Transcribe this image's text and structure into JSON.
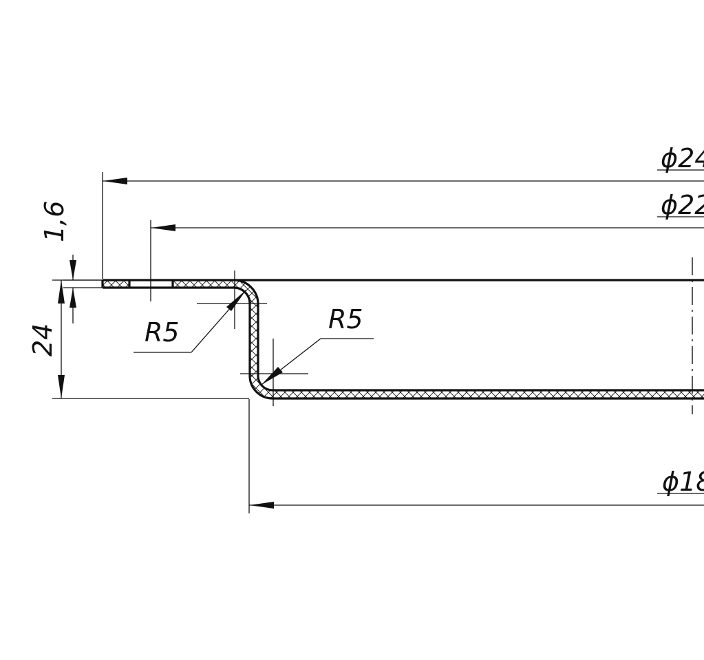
{
  "dimensions": {
    "outer_diameter": "ϕ24",
    "mid_diameter": "ϕ22",
    "inner_diameter": "ϕ18",
    "thickness": "1,6",
    "depth": "24",
    "radius_top": "R5",
    "radius_bottom": "R5"
  }
}
